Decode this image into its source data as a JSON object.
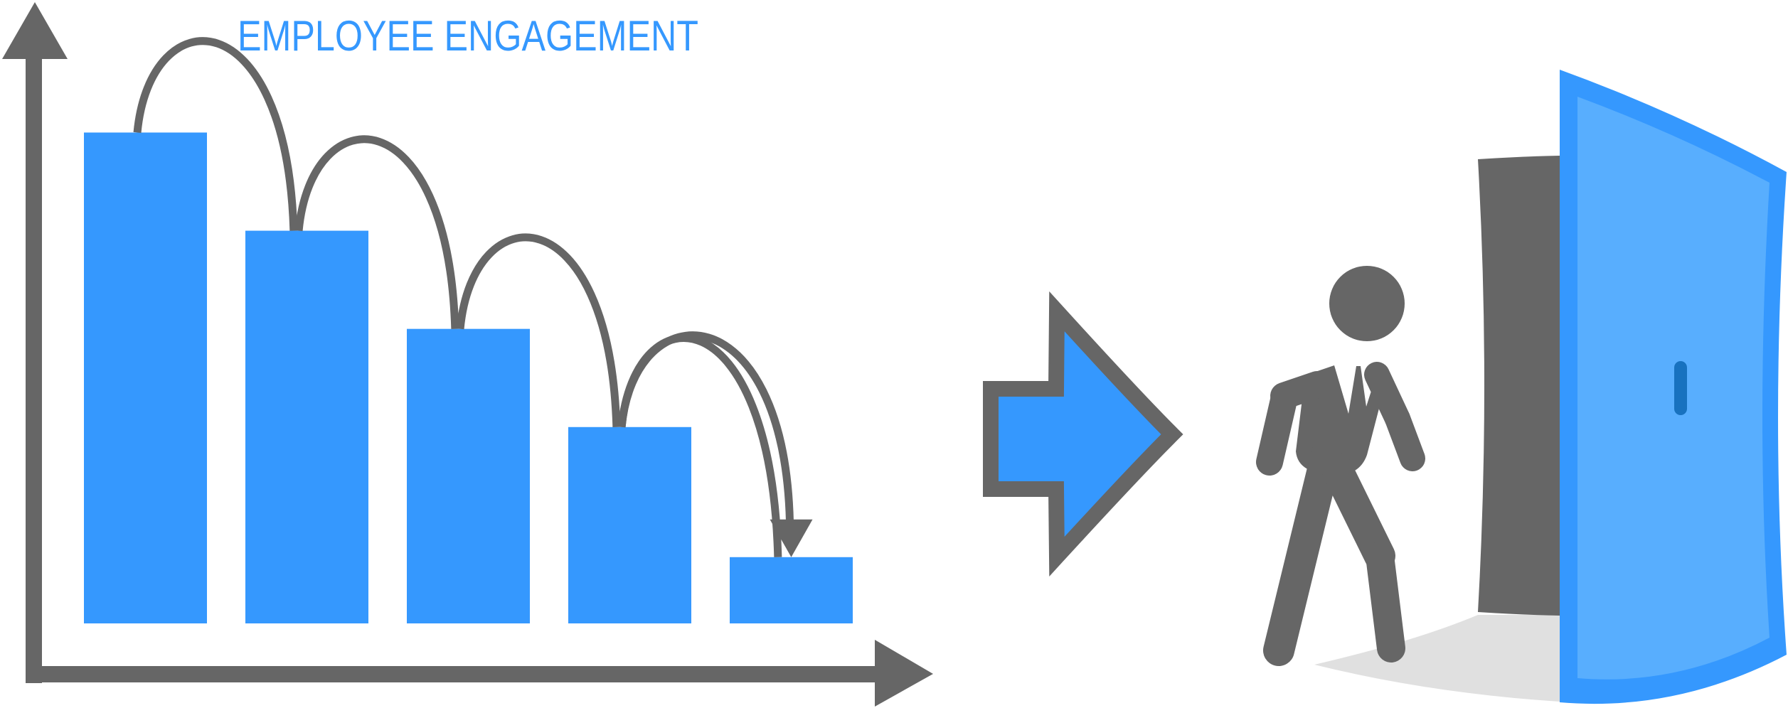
{
  "chart_data": {
    "type": "bar",
    "title": "EMPLOYEE ENGAGEMENT",
    "xlabel": "",
    "ylabel": "",
    "categories": [
      "",
      "",
      "",
      "",
      ""
    ],
    "values": [
      100,
      80,
      60,
      40,
      13.5
    ],
    "ylim": [
      0,
      127
    ],
    "grid": false,
    "legend": "none"
  },
  "colors": {
    "bar": "#3598fe",
    "axis": "#666666",
    "title": "#3598fe",
    "door_frame": "#3598fe",
    "door_panel": "#58aefe",
    "door_handle": "#1872bf",
    "doorway_shadow": "#666666",
    "floor_shadow": "#e0e0e0",
    "person": "#666666",
    "arrow_fill": "#3598fe",
    "arrow_outline": "#666666"
  },
  "icons": {
    "transition_arrow": "right-arrow-icon",
    "person": "walking-person-icon",
    "door": "open-door-icon"
  }
}
